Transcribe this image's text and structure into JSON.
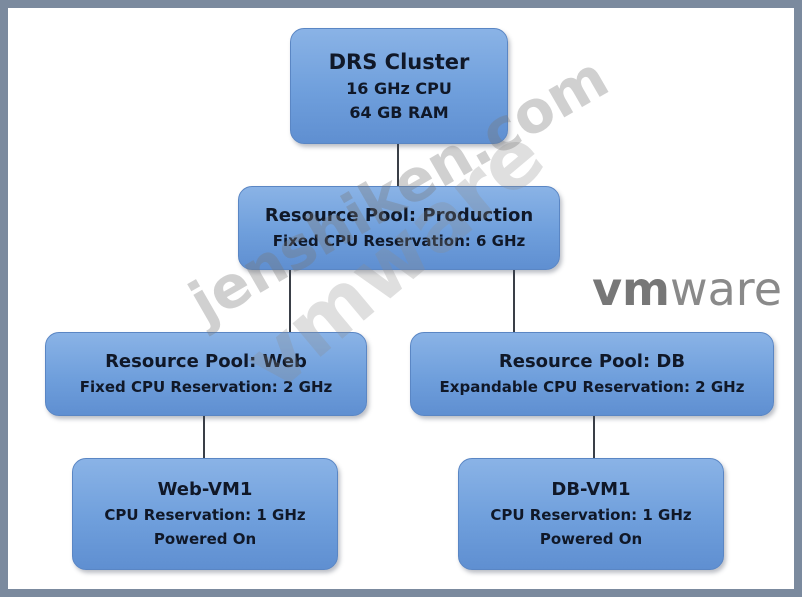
{
  "nodes": {
    "cluster": {
      "title": "DRS Cluster",
      "line1": "16 GHz CPU",
      "line2": "64 GB RAM"
    },
    "production": {
      "title": "Resource Pool:  Production",
      "line1": "Fixed CPU Reservation:  6 GHz"
    },
    "web": {
      "title": "Resource Pool:  Web",
      "line1": "Fixed CPU Reservation:  2 GHz"
    },
    "db": {
      "title": "Resource Pool:  DB",
      "line1": "Expandable CPU Reservation:  2 GHz"
    },
    "webvm": {
      "title": "Web-VM1",
      "line1": "CPU Reservation:  1 GHz",
      "line2": "Powered On"
    },
    "dbvm": {
      "title": "DB-VM1",
      "line1": "CPU Reservation:  1 GHz",
      "line2": "Powered On"
    }
  },
  "watermarks": {
    "site": "jenshiken.com",
    "vmware_logo_vm": "vm",
    "vmware_logo_ware": "ware",
    "vmware_diag": "vmware"
  },
  "colors": {
    "node_fill": "#6f9fdc",
    "frame": "#7b8a9e"
  }
}
